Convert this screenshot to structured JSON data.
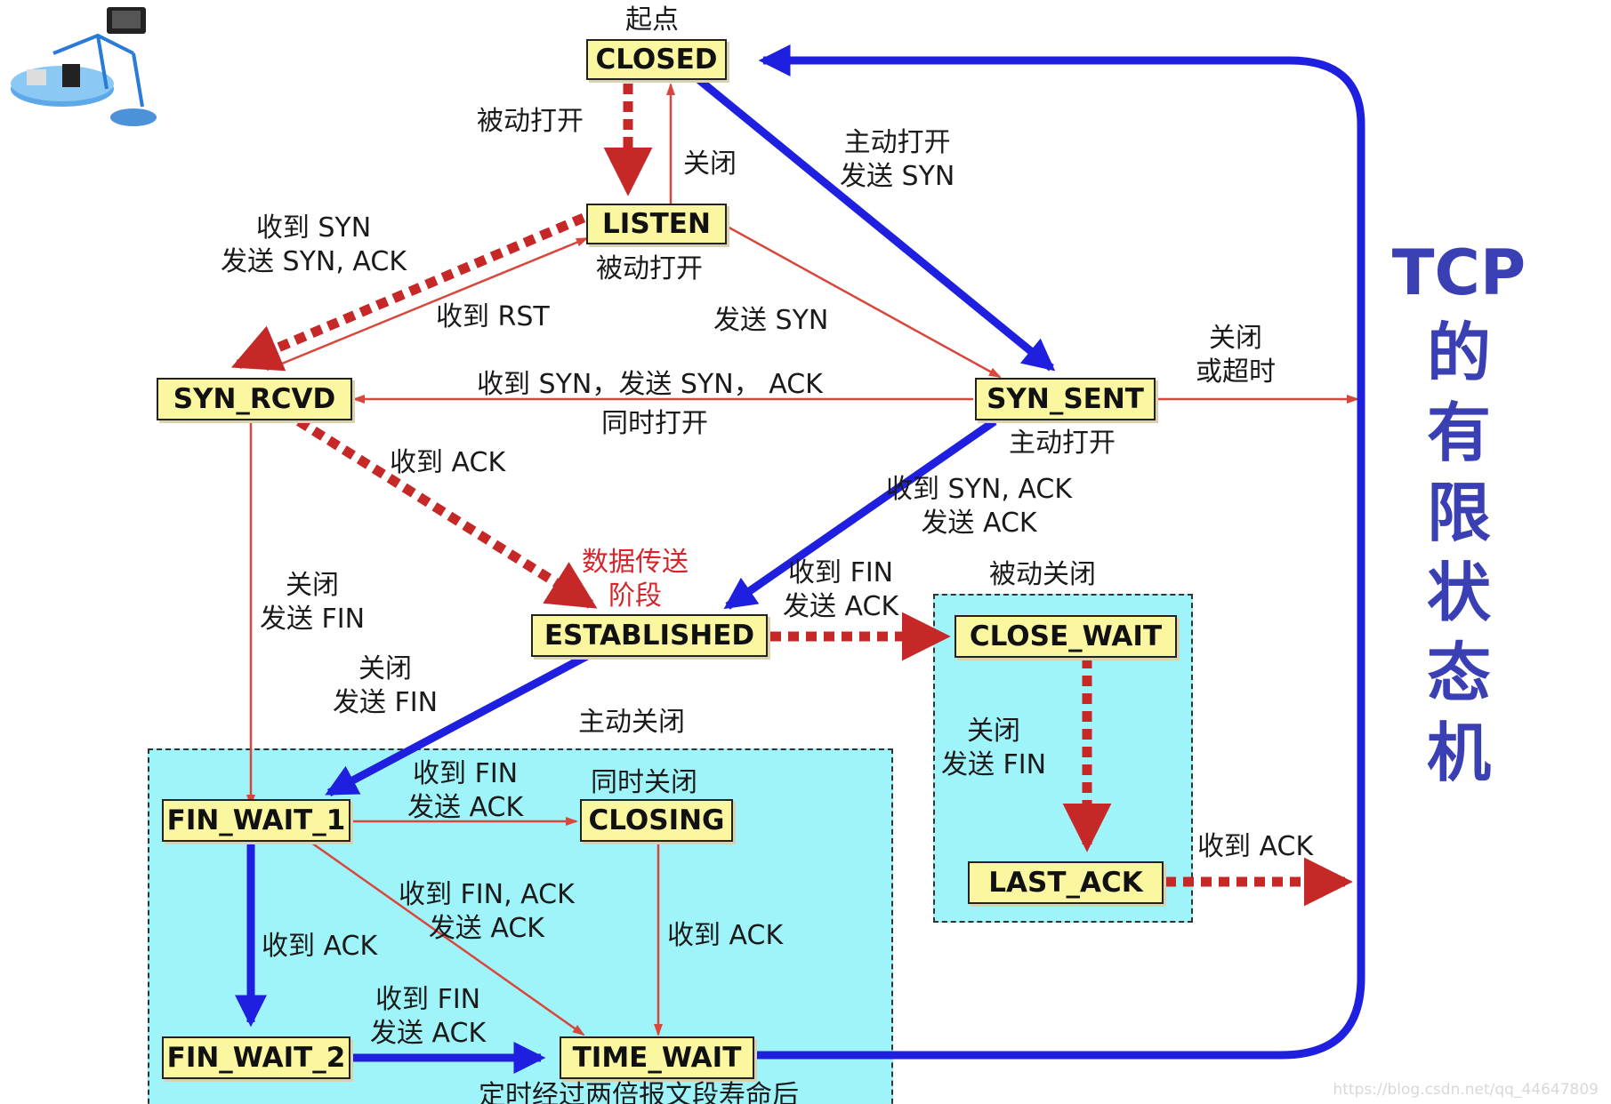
{
  "diagram": {
    "title": "TCP",
    "title_chars": [
      "的",
      "有",
      "限",
      "状",
      "态",
      "机"
    ],
    "states": {
      "closed": "CLOSED",
      "listen": "LISTEN",
      "syn_rcvd": "SYN_RCVD",
      "syn_sent": "SYN_SENT",
      "established": "ESTABLISHED",
      "close_wait": "CLOSE_WAIT",
      "last_ack": "LAST_ACK",
      "fin_wait_1": "FIN_WAIT_1",
      "closing": "CLOSING",
      "fin_wait_2": "FIN_WAIT_2",
      "time_wait": "TIME_WAIT"
    },
    "labels": {
      "start": "起点",
      "passive_open_1": "被动打开",
      "close_1": "关闭",
      "active_open_send_syn": [
        "主动打开",
        "发送 SYN"
      ],
      "recv_syn_send_synack": [
        "收到 SYN",
        "发送 SYN, ACK"
      ],
      "passive_open_2": "被动打开",
      "recv_rst": "收到 RST",
      "send_syn": "发送 SYN",
      "close_or_timeout": [
        "关闭",
        "或超时"
      ],
      "simul_syn": "收到 SYN，发送 SYN， ACK",
      "simul_open": "同时打开",
      "active_open_2": "主动打开",
      "recv_ack_1": "收到 ACK",
      "recv_synack_send_ack": [
        "收到 SYN, ACK",
        "发送 ACK"
      ],
      "close_send_fin_1": [
        "关闭",
        "发送 FIN"
      ],
      "data_phase": [
        "数据传送",
        "阶段"
      ],
      "recv_fin_send_ack_1": [
        "收到 FIN",
        "发送 ACK"
      ],
      "passive_close": "被动关闭",
      "close_send_fin_2": [
        "关闭",
        "发送 FIN"
      ],
      "active_close": "主动关闭",
      "close_send_fin_3": [
        "关闭",
        "发送 FIN"
      ],
      "recv_fin_send_ack_2": [
        "收到 FIN",
        "发送 ACK"
      ],
      "simul_close": "同时关闭",
      "recv_ack_2": "收到 ACK",
      "recv_finack_send_ack": [
        "收到 FIN, ACK",
        "发送 ACK"
      ],
      "recv_ack_3": "收到 ACK",
      "recv_ack_4": "收到 ACK",
      "recv_fin_send_ack_3": [
        "收到 FIN",
        "发送 ACK"
      ],
      "timeout_note": "定时经过两倍报文段寿命后"
    },
    "colors": {
      "state_fill": "#fbf7a0",
      "zone_fill": "#9ef4f8",
      "client_path": "#1f1fe0",
      "server_path": "#c62828",
      "other_path": "#d9473c",
      "title": "#3a3fb4"
    },
    "watermark": "https://blog.csdn.net/qq_44647809"
  }
}
